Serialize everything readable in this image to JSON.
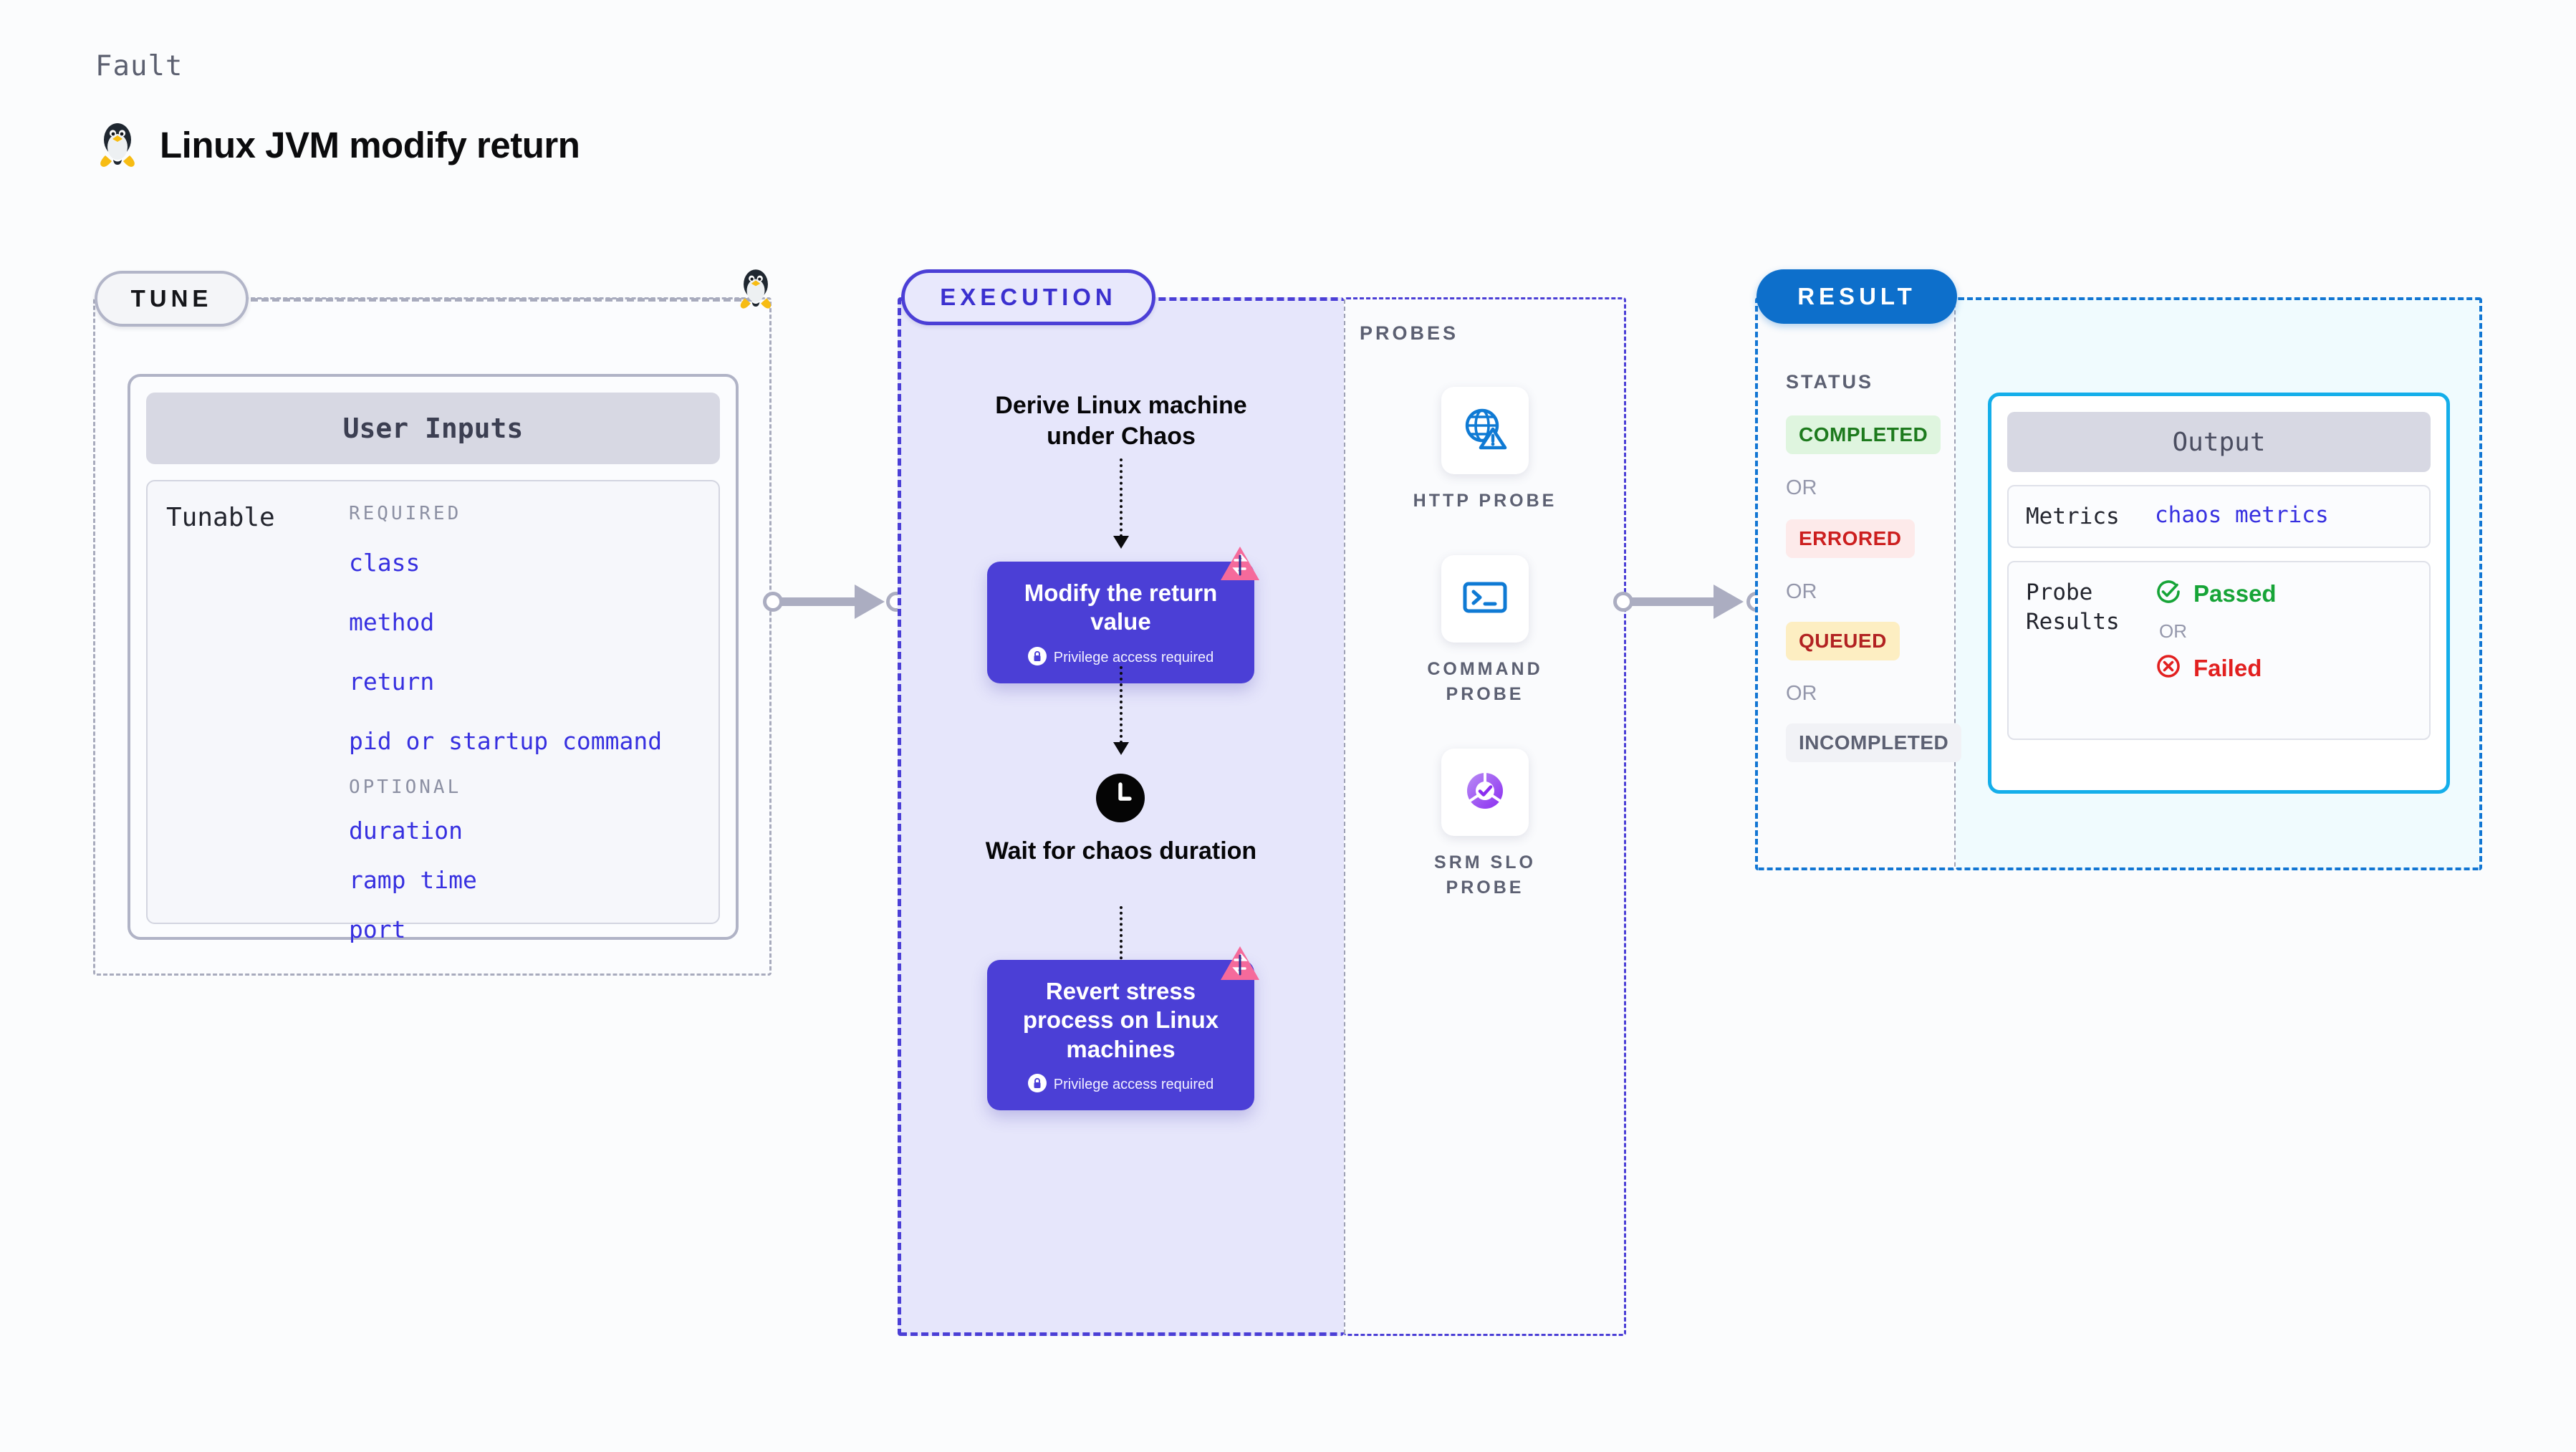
{
  "header": {
    "eyebrow": "Fault",
    "title": "Linux JVM modify return",
    "icon": "linux-penguin-icon"
  },
  "tune": {
    "pill_label": "TUNE",
    "user_inputs_title": "User Inputs",
    "tunable_label": "Tunable",
    "required_label": "REQUIRED",
    "optional_label": "OPTIONAL",
    "required_items": [
      "class",
      "method",
      "return",
      "pid or startup command"
    ],
    "optional_items": [
      "duration",
      "ramp time",
      "port"
    ]
  },
  "execution": {
    "pill_label": "EXECUTION",
    "step1_title": "Derive Linux machine under Chaos",
    "card1": {
      "title": "Modify the return value",
      "privilege_note": "Privilege access required",
      "badge": "chaos-badge-icon",
      "lock": "lock-icon"
    },
    "wait_step": {
      "icon": "clock-icon",
      "title": "Wait for chaos duration"
    },
    "card2": {
      "title": "Revert stress process on Linux machines",
      "privilege_note": "Privilege access required",
      "badge": "chaos-badge-icon",
      "lock": "lock-icon"
    }
  },
  "probes": {
    "section_label": "PROBES",
    "items": [
      {
        "label": "HTTP PROBE",
        "icon": "globe-warning-icon"
      },
      {
        "label": "COMMAND PROBE",
        "icon": "terminal-icon"
      },
      {
        "label": "SRM SLO PROBE",
        "icon": "slo-donut-check-icon"
      }
    ]
  },
  "result": {
    "pill_label": "RESULT",
    "status_label": "STATUS",
    "or_label": "OR",
    "statuses": [
      {
        "label": "COMPLETED",
        "color": "#1d7a1d",
        "bg": "#dff5df"
      },
      {
        "label": "ERRORED",
        "color": "#cc1f1f",
        "bg": "#fdeaea"
      },
      {
        "label": "QUEUED",
        "color": "#b22222",
        "bg": "#fdeec2"
      },
      {
        "label": "INCOMPLETED",
        "color": "#5c6072",
        "bg": "#f1f2f6"
      }
    ],
    "output": {
      "title": "Output",
      "metrics_key": "Metrics",
      "metrics_value": "chaos metrics",
      "probe_results_key": "Probe Results",
      "passed_label": "Passed",
      "or_label": "OR",
      "failed_label": "Failed",
      "passed_icon": "check-circle-icon",
      "failed_icon": "x-circle-icon"
    }
  },
  "colors": {
    "accent_indigo": "#4b3fd6",
    "accent_blue": "#0d6fcb",
    "accent_cyan": "#14aeea",
    "chaos_pink": "#f56a9b",
    "success_green": "#16a437",
    "error_red": "#e22020"
  }
}
